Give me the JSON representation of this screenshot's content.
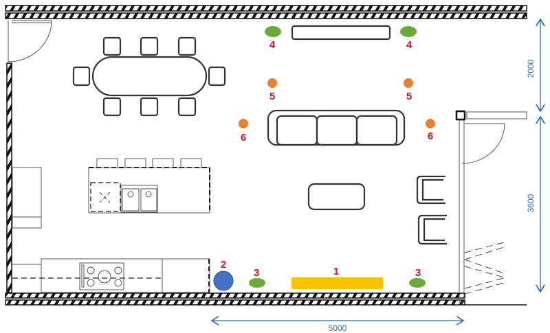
{
  "plan": {
    "labels": {
      "tv": "1",
      "subwoofer": "2",
      "front_left": "3",
      "front_right": "3",
      "rear_left": "4",
      "rear_right": "4",
      "side_left": "5",
      "side_right": "5",
      "side_back_left": "6",
      "side_back_right": "6"
    },
    "dimensions": {
      "upper_height": "2000",
      "lower_height": "3600",
      "width": "5000"
    },
    "colors": {
      "marker_label": "#d0121b",
      "green_speaker": "#6aaa3a",
      "orange_speaker": "#ed7d31",
      "subwoofer": "#4472c4",
      "tv": "#ffc000",
      "dimension": "#2e6db4"
    }
  }
}
